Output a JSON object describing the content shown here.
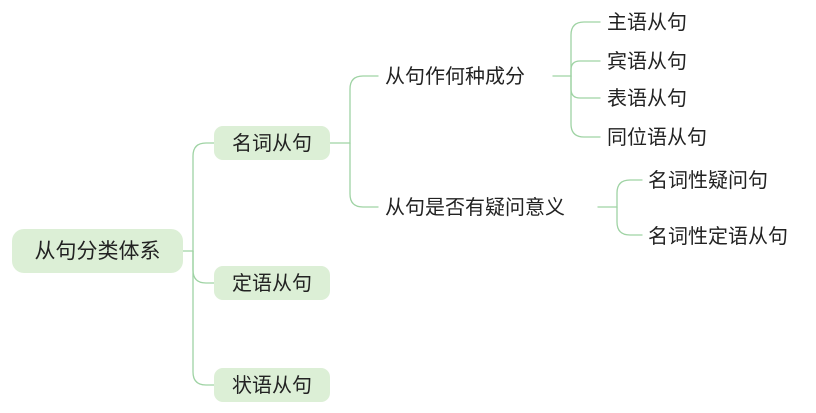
{
  "theme": {
    "line_color": "#9fd3a4",
    "node_fill": "#dcefd6"
  },
  "map": {
    "root": "从句分类体系",
    "noun_clause": {
      "label": "名词从句",
      "component_branch": {
        "label": "从句作何种成分",
        "items": [
          "主语从句",
          "宾语从句",
          "表语从句",
          "同位语从句"
        ]
      },
      "question_branch": {
        "label": "从句是否有疑问意义",
        "items": [
          "名词性疑问句",
          "名词性定语从句"
        ]
      }
    },
    "attributive_clause": "定语从句",
    "adverbial_clause": "状语从句"
  }
}
